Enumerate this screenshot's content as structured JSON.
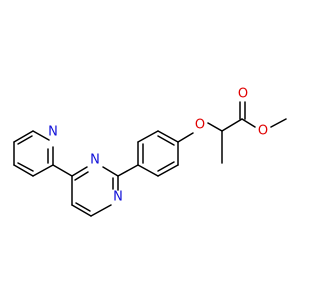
{
  "colors": {
    "background": "#ffffff",
    "bond": "#000000",
    "nitrogen": "#1010d8",
    "oxygen": "#e00000"
  },
  "atoms": {
    "py_n": "N",
    "pm_n1": "N",
    "pm_n2": "N",
    "ether_o": "O",
    "carbonyl_o": "O",
    "ester_o": "O"
  }
}
